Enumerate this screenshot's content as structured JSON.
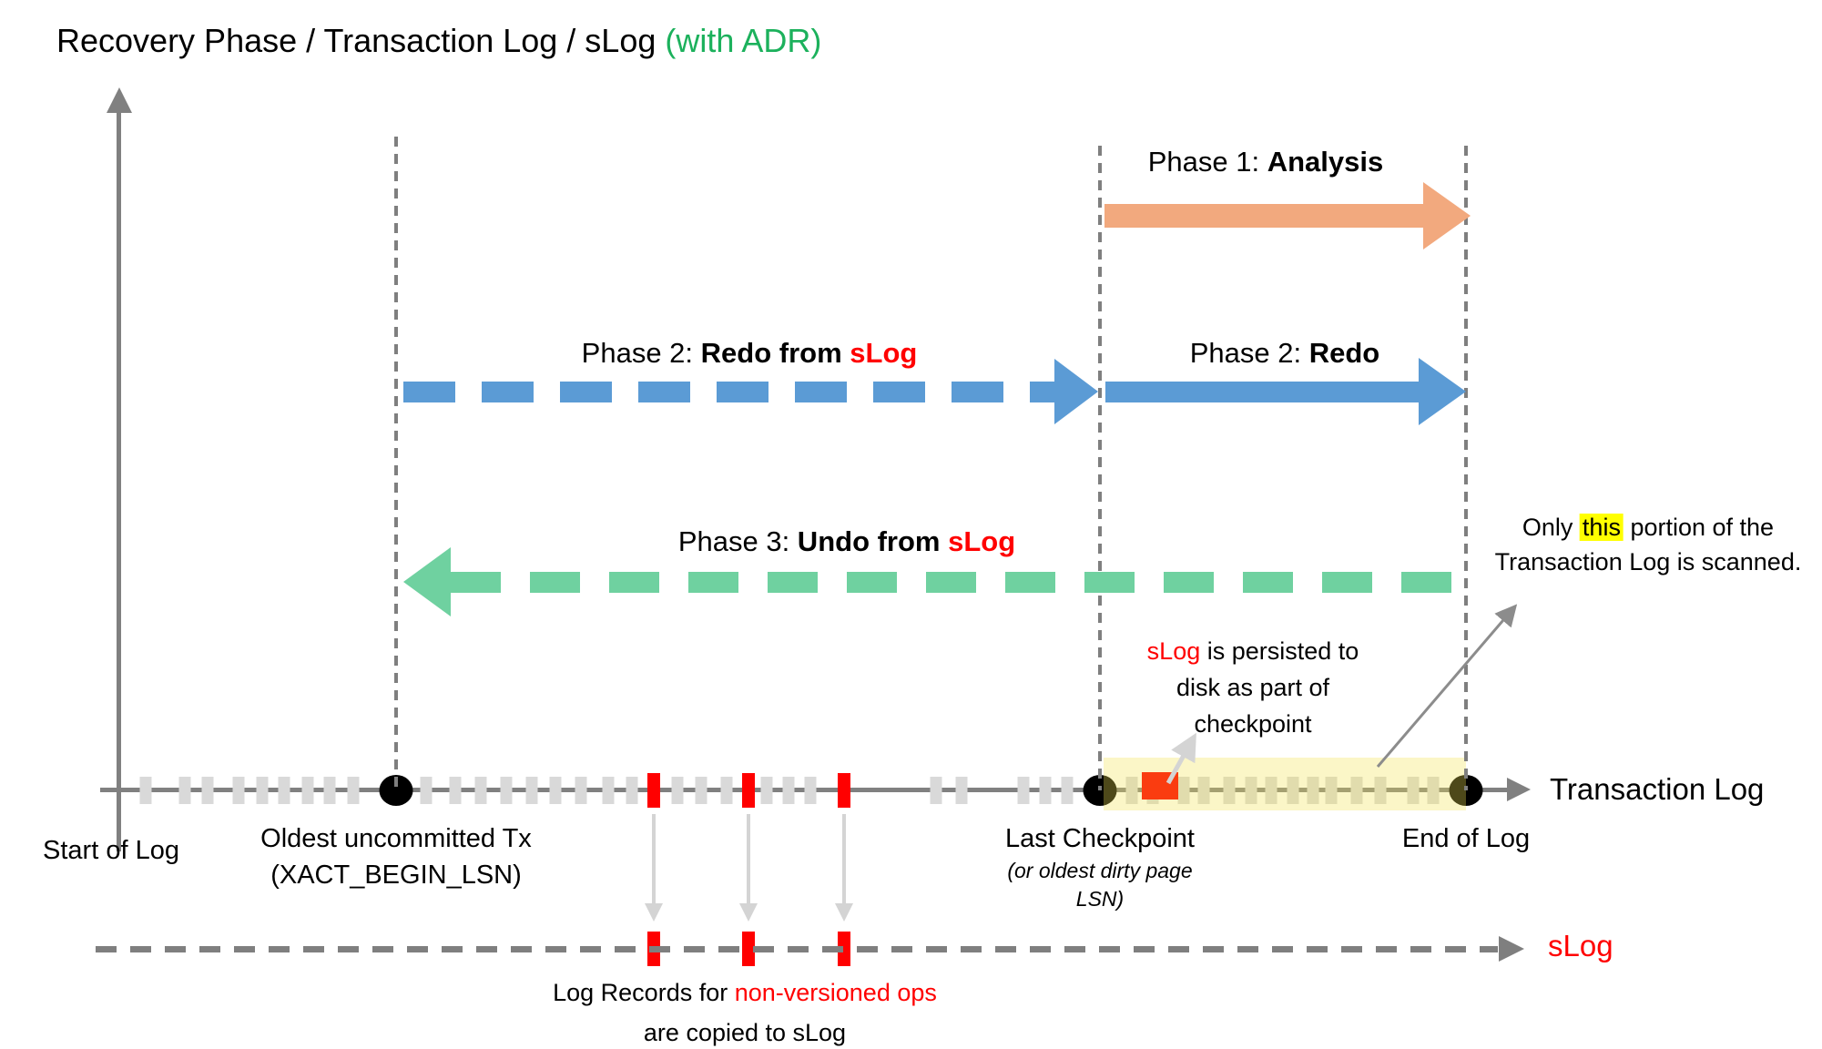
{
  "title": {
    "black": "Recovery Phase / Transaction Log / sLog ",
    "green": "(with ADR)"
  },
  "colors": {
    "blue": "#5B9BD5",
    "orange": "#F2A97E",
    "green": "#6FD1A0",
    "title-green": "#1CB15C",
    "red": "#FF0000",
    "red-square": "#FA3C10",
    "axis-gray": "#808080",
    "dash-gray": "#7F7F7F",
    "tick-gray": "#D9D9D9",
    "light-arrow": "#D4D4D4",
    "dark-arrow": "#8C8C8C",
    "highlight": "#FFFF00",
    "yellow-region": "rgba(242,226,80,0.32)"
  },
  "phases": {
    "p1": {
      "prefix": "Phase 1: ",
      "bold": "Analysis"
    },
    "p2_slog": {
      "prefix": "Phase 2: ",
      "bold": "Redo from ",
      "red": "sLog"
    },
    "p2": {
      "prefix": "Phase 2: ",
      "bold": "Redo"
    },
    "p3": {
      "prefix": "Phase 3: ",
      "bold": "Undo from ",
      "red": "sLog"
    }
  },
  "notes": {
    "scan": {
      "pre": "Only ",
      "highlight": "this",
      "post": " portion of the",
      "line2": "Transaction Log is scanned."
    },
    "persist": {
      "red": "sLog",
      "line1_rest": " is persisted to",
      "line2": "disk as part of",
      "line3": "checkpoint"
    },
    "copy": {
      "line1_black": "Log Records for ",
      "line1_red": "non-versioned ops",
      "line2": "are copied to sLog"
    }
  },
  "axis_labels": {
    "transaction_log": "Transaction Log",
    "slog": "sLog",
    "start_of_log": "Start of Log",
    "oldest_tx_line1": "Oldest uncommitted Tx",
    "oldest_tx_line2": "(XACT_BEGIN_LSN)",
    "checkpoint_line1": "Last Checkpoint",
    "checkpoint_line2": "(or oldest dirty page",
    "checkpoint_line3": "LSN)",
    "end_of_log": "End of Log"
  },
  "diagram": {
    "gray_ticks_x": [
      160,
      203,
      228,
      262,
      288,
      312,
      338,
      362,
      388,
      468,
      500,
      528,
      556,
      584,
      610,
      638,
      668,
      694,
      744,
      770,
      798,
      842,
      866,
      890,
      1028,
      1056,
      1124,
      1148,
      1172,
      1243,
      1266,
      1300,
      1322,
      1350,
      1374,
      1396,
      1420,
      1442,
      1462,
      1490,
      1516,
      1552,
      1574
    ],
    "red_ticks_x": [
      718,
      822,
      927
    ],
    "dots_x": [
      435,
      1208,
      1610
    ],
    "yellow_region_x": [
      1212,
      1610
    ]
  }
}
